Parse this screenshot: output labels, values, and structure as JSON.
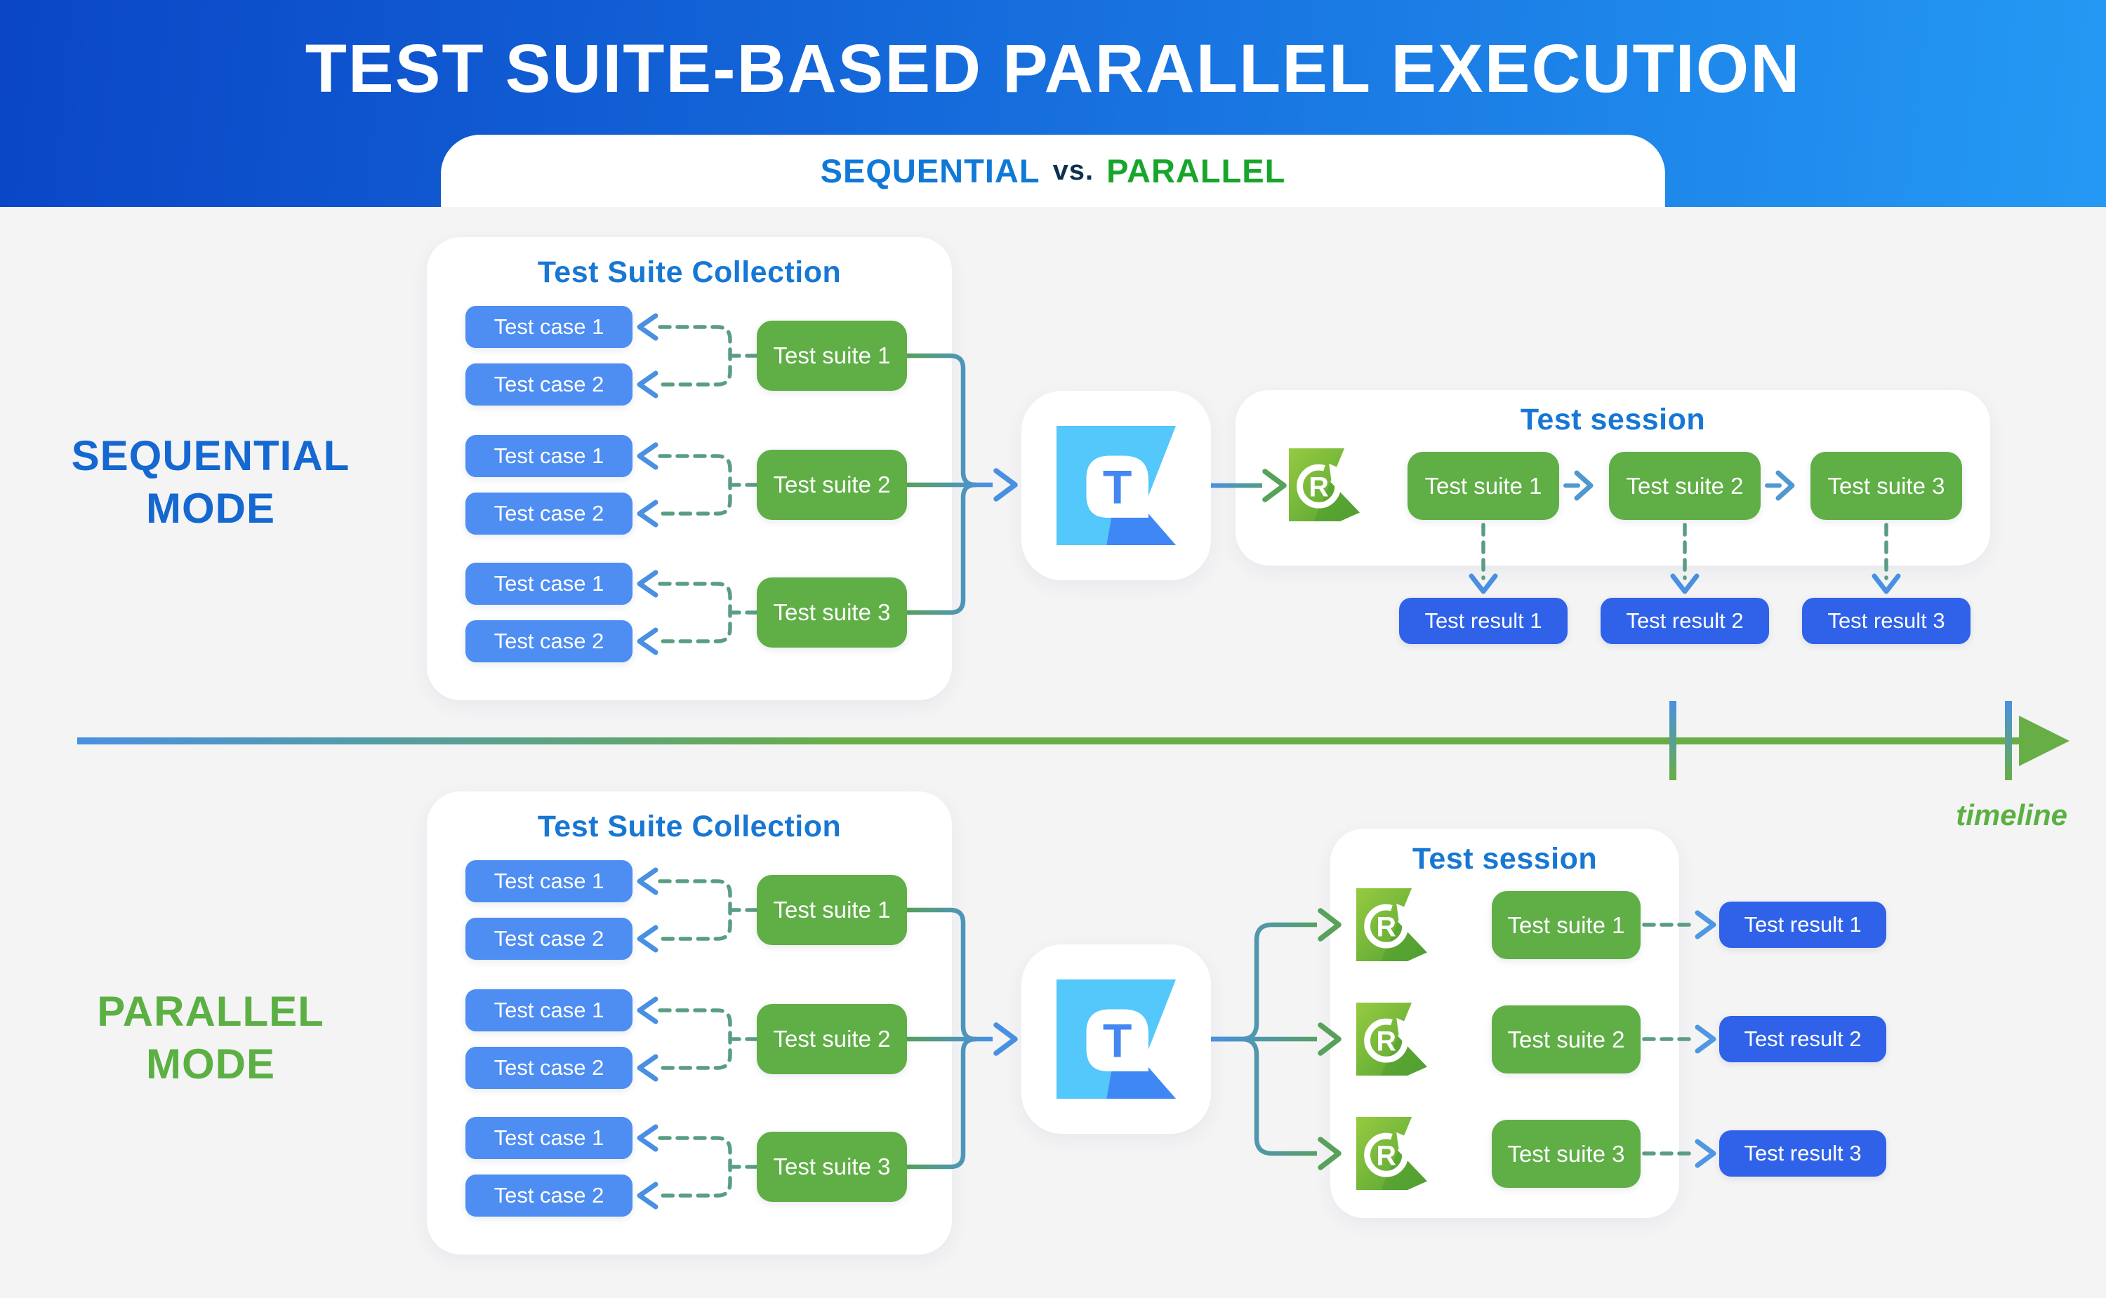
{
  "header": {
    "title": "TEST SUITE-BASED PARALLEL EXECUTION",
    "tab": {
      "left": "SEQUENTIAL",
      "middle": "vs.",
      "right": "PARALLEL"
    }
  },
  "sequential": {
    "mode_label": [
      "SEQUENTIAL",
      "MODE"
    ],
    "collection": {
      "title": "Test Suite Collection",
      "groups": [
        {
          "suite": "Test suite 1",
          "cases": [
            "Test case 1",
            "Test case 2"
          ]
        },
        {
          "suite": "Test suite 2",
          "cases": [
            "Test case 1",
            "Test case 2"
          ]
        },
        {
          "suite": "Test suite 3",
          "cases": [
            "Test case 1",
            "Test case 2"
          ]
        }
      ]
    },
    "session": {
      "title": "Test session",
      "suites": [
        "Test suite 1",
        "Test suite 2",
        "Test suite 3"
      ],
      "results": [
        "Test result 1",
        "Test result 2",
        "Test result 3"
      ]
    }
  },
  "parallel": {
    "mode_label": [
      "PARALLEL",
      "MODE"
    ],
    "collection": {
      "title": "Test Suite Collection",
      "groups": [
        {
          "suite": "Test suite 1",
          "cases": [
            "Test case 1",
            "Test case 2"
          ]
        },
        {
          "suite": "Test suite 2",
          "cases": [
            "Test case 1",
            "Test case 2"
          ]
        },
        {
          "suite": "Test suite 3",
          "cases": [
            "Test case 1",
            "Test case 2"
          ]
        }
      ]
    },
    "session": {
      "title": "Test session",
      "rows": [
        {
          "suite": "Test suite 1",
          "result": "Test result 1"
        },
        {
          "suite": "Test suite 2",
          "result": "Test result 2"
        },
        {
          "suite": "Test suite 3",
          "result": "Test result 3"
        }
      ]
    }
  },
  "timeline": {
    "label": "timeline"
  },
  "icons": {
    "t_letter": "T",
    "r_letter": "R",
    "t_logo": "test-tool-T-badge",
    "r_logo": "test-runner-circled-R-badge"
  },
  "palette": {
    "banner_start": "#0a46c6",
    "banner_end": "#2499f4",
    "background": "#f4f4f5",
    "panel": "#ffffff",
    "case_blue": "#4e8df2",
    "result_blue": "#2f62e9",
    "suite_green": "#5fae46",
    "heading_blue": "#1777d3",
    "sequential_blue": "#1468d0",
    "parallel_green": "#5cb043",
    "tab_blue": "#1079d8",
    "tab_navy": "#0e2f52",
    "tab_green": "#18a52b",
    "connector_teal": "#5a9d85",
    "connector_blue": "#4a90e2",
    "connector_green": "#58a15a",
    "timeline_green": "#68ae47",
    "logo_cyan": "#54c7fb",
    "logo_blue": "#3f87f5",
    "logo_light_green": "#96cb41",
    "logo_dark_green": "#51a132"
  }
}
